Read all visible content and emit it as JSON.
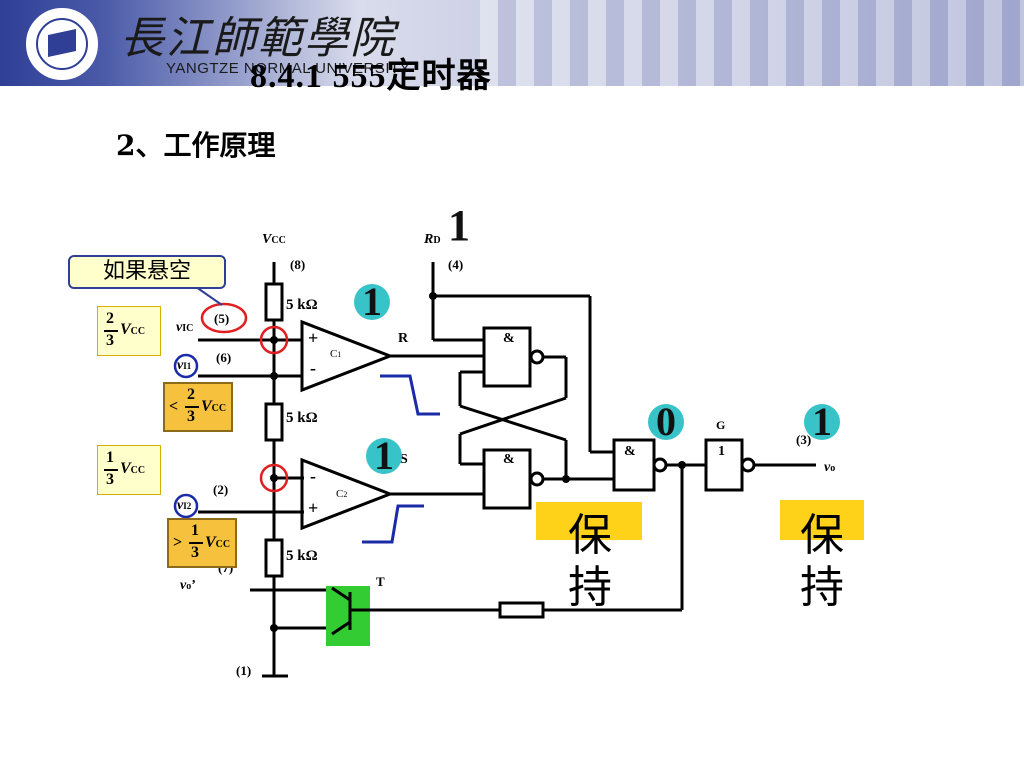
{
  "header": {
    "university_cn": "長江師範學院",
    "university_en": "YANGTZE NORMAL UNIVERSITY",
    "slide_title": "8.4.1 555定时器"
  },
  "section": {
    "title": "2、工作原理"
  },
  "callout": {
    "text": "如果悬空"
  },
  "left_boxes": {
    "two_thirds": {
      "num": "2",
      "den": "3",
      "label": "V",
      "sub": "CC"
    },
    "lt_two_thirds": {
      "prefix": "<",
      "num": "2",
      "den": "3",
      "label": "V",
      "sub": "CC"
    },
    "one_third": {
      "num": "1",
      "den": "3",
      "label": "V",
      "sub": "CC"
    },
    "gt_one_third": {
      "prefix": ">",
      "num": "1",
      "den": "3",
      "label": "V",
      "sub": "CC"
    }
  },
  "circuit": {
    "vcc": "V",
    "vcc_sub": "CC",
    "rd": "R",
    "rd_sub": "D",
    "pin8": "(8)",
    "pin4": "(4)",
    "pin5": "(5)",
    "pin6": "(6)",
    "pin2": "(2)",
    "pin7": "(7)",
    "pin1": "(1)",
    "pin3": "(3)",
    "res1": "5 kΩ",
    "res2": "5 kΩ",
    "res3": "5 kΩ",
    "vic": "v",
    "vic_sub": "IC",
    "vi1": "v",
    "vi1_sub": "I1",
    "vi2": "v",
    "vi2_sub": "I2",
    "vo_prime": "v",
    "vo_prime_sub": "o",
    "c1": "C",
    "c1_sub": "1",
    "c2": "C",
    "c2_sub": "2",
    "r_label": "R",
    "s_label": "S",
    "and": "&",
    "g_label": "G",
    "not_label": "1",
    "t_label": "T",
    "vo": "v",
    "vo_sub": "o",
    "plus": "+",
    "minus": "-"
  },
  "states": {
    "rd_state": "1",
    "r_state": "1",
    "s_state": "1",
    "q_state": "0",
    "out_state": "1"
  },
  "hold": {
    "left": "保持",
    "right": "保持"
  },
  "colors": {
    "header_dark": "#2f3f96",
    "hold_yellow": "#ffd21a",
    "transistor_green": "#33cc33",
    "marker_red": "#e02020",
    "marker_blue": "#1a2aa8"
  }
}
